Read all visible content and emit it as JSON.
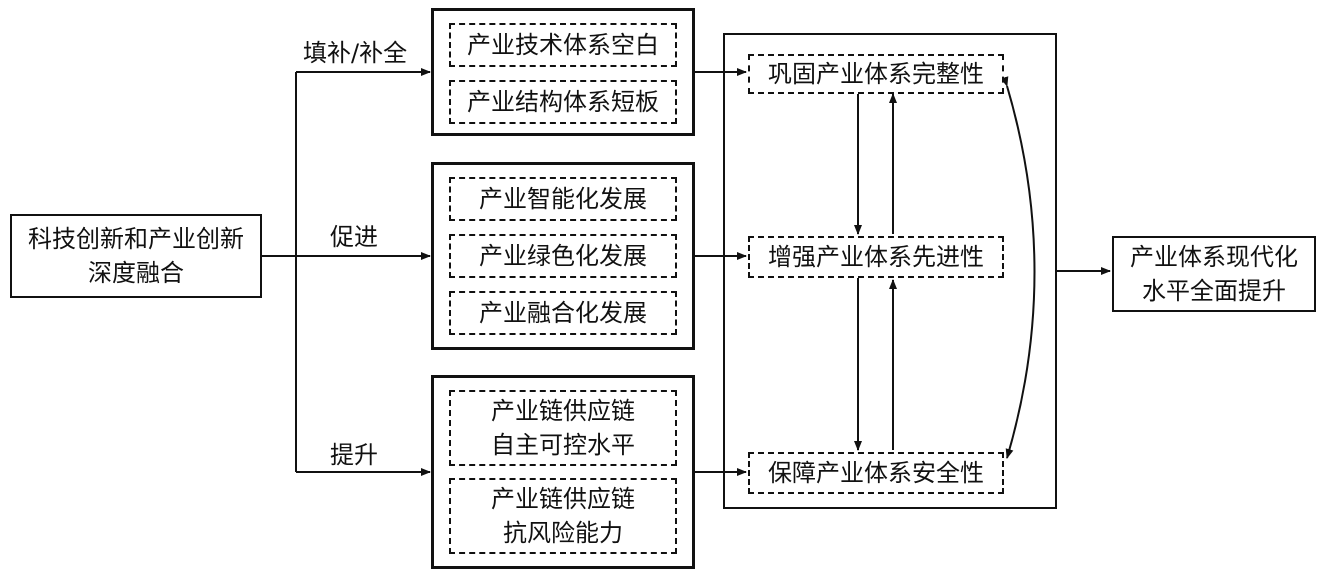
{
  "source": {
    "line1": "科技创新和产业创新",
    "line2": "深度融合"
  },
  "branches": {
    "fill": "填补/补全",
    "promote": "促进",
    "upgrade": "提升"
  },
  "group_fill": {
    "items": [
      "产业技术体系空白",
      "产业结构体系短板"
    ]
  },
  "group_promote": {
    "items": [
      "产业智能化发展",
      "产业绿色化发展",
      "产业融合化发展"
    ]
  },
  "group_upgrade": {
    "items": [
      {
        "line1": "产业链供应链",
        "line2": "自主可控水平"
      },
      {
        "line1": "产业链供应链",
        "line2": "抗风险能力"
      }
    ]
  },
  "goals": [
    "巩固产业体系完整性",
    "增强产业体系先进性",
    "保障产业体系安全性"
  ],
  "result": {
    "line1": "产业体系现代化",
    "line2": "水平全面提升"
  }
}
